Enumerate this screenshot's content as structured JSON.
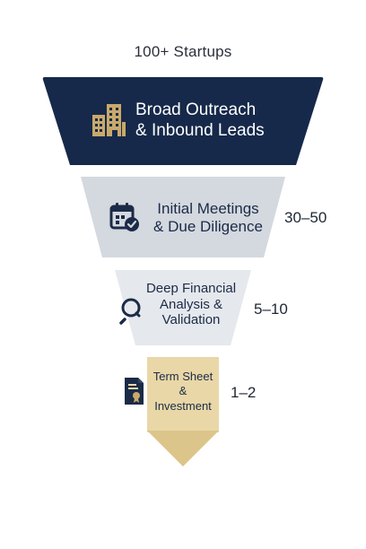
{
  "funnel": {
    "top_label": "100+ Startups",
    "stages": [
      {
        "title_line1": "Broad Outreach",
        "title_line2": "& Inbound Leads",
        "count": "",
        "icon": "office-buildings-icon"
      },
      {
        "title_line1": "Initial Meetings",
        "title_line2": "& Due Diligence",
        "count": "30–50",
        "icon": "calendar-check-icon"
      },
      {
        "title_line1": "Deep Financial",
        "title_line2": "Analysis &",
        "title_line3": "Validation",
        "count": "5–10",
        "icon": "magnifying-glass-icon"
      },
      {
        "title_line1": "Term Sheet",
        "title_line2": "&",
        "title_line3": "Investment",
        "count": "1–2",
        "icon": "certificate-document-icon"
      }
    ]
  },
  "colors": {
    "stage1_fill": "#16294a",
    "stage2_fill": "#d4d8df",
    "stage3_fill": "#e5e8ec",
    "stage4_fill": "#e9d7a7",
    "stage4_arrow": "#dcc58a",
    "gold_accent": "#c9a96a",
    "navy": "#1b2b47"
  }
}
